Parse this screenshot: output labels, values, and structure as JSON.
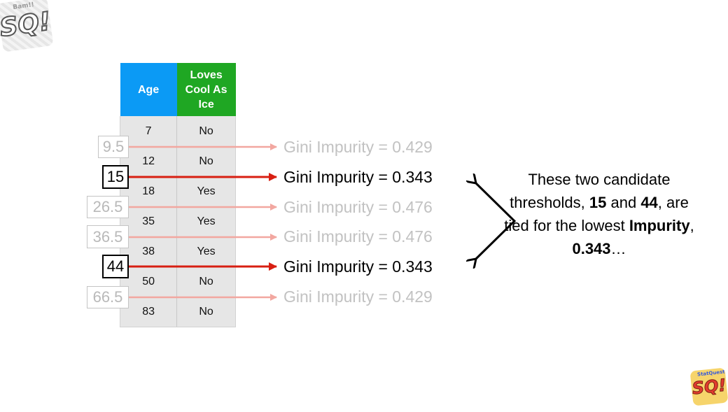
{
  "logos": {
    "top_left": {
      "text": "SQ!",
      "sub": "Bam!!",
      "icon": "statquest-logo-icon"
    },
    "bottom_right": {
      "text": "SQ!",
      "sub": "StatQuest",
      "icon": "statquest-logo-icon"
    }
  },
  "table": {
    "headers": [
      "Age",
      "Loves Cool As Ice"
    ],
    "rows": [
      [
        "7",
        "No"
      ],
      [
        "12",
        "No"
      ],
      [
        "18",
        "Yes"
      ],
      [
        "35",
        "Yes"
      ],
      [
        "38",
        "Yes"
      ],
      [
        "50",
        "No"
      ],
      [
        "83",
        "No"
      ]
    ]
  },
  "thresholds": [
    {
      "value": "9.5",
      "gini": "Gini Impurity = 0.429",
      "highlight": false
    },
    {
      "value": "15",
      "gini": "Gini Impurity = 0.343",
      "highlight": true
    },
    {
      "value": "26.5",
      "gini": "Gini Impurity = 0.476",
      "highlight": false
    },
    {
      "value": "36.5",
      "gini": "Gini Impurity = 0.476",
      "highlight": false
    },
    {
      "value": "44",
      "gini": "Gini Impurity = 0.343",
      "highlight": true
    },
    {
      "value": "66.5",
      "gini": "Gini Impurity = 0.429",
      "highlight": false
    }
  ],
  "colors": {
    "age_header": "#0b9af5",
    "loves_header": "#1fa723",
    "arrow_highlight": "#d81f12",
    "arrow_dim": "#f2a7a0"
  },
  "note": {
    "p1": "These two candidate thresholds, ",
    "b1": "15",
    "p2": " and ",
    "b2": "44",
    "p3": ", are tied for the lowest ",
    "b3": "Impurity",
    "p4": ", ",
    "b4": "0.343",
    "p5": "…"
  }
}
